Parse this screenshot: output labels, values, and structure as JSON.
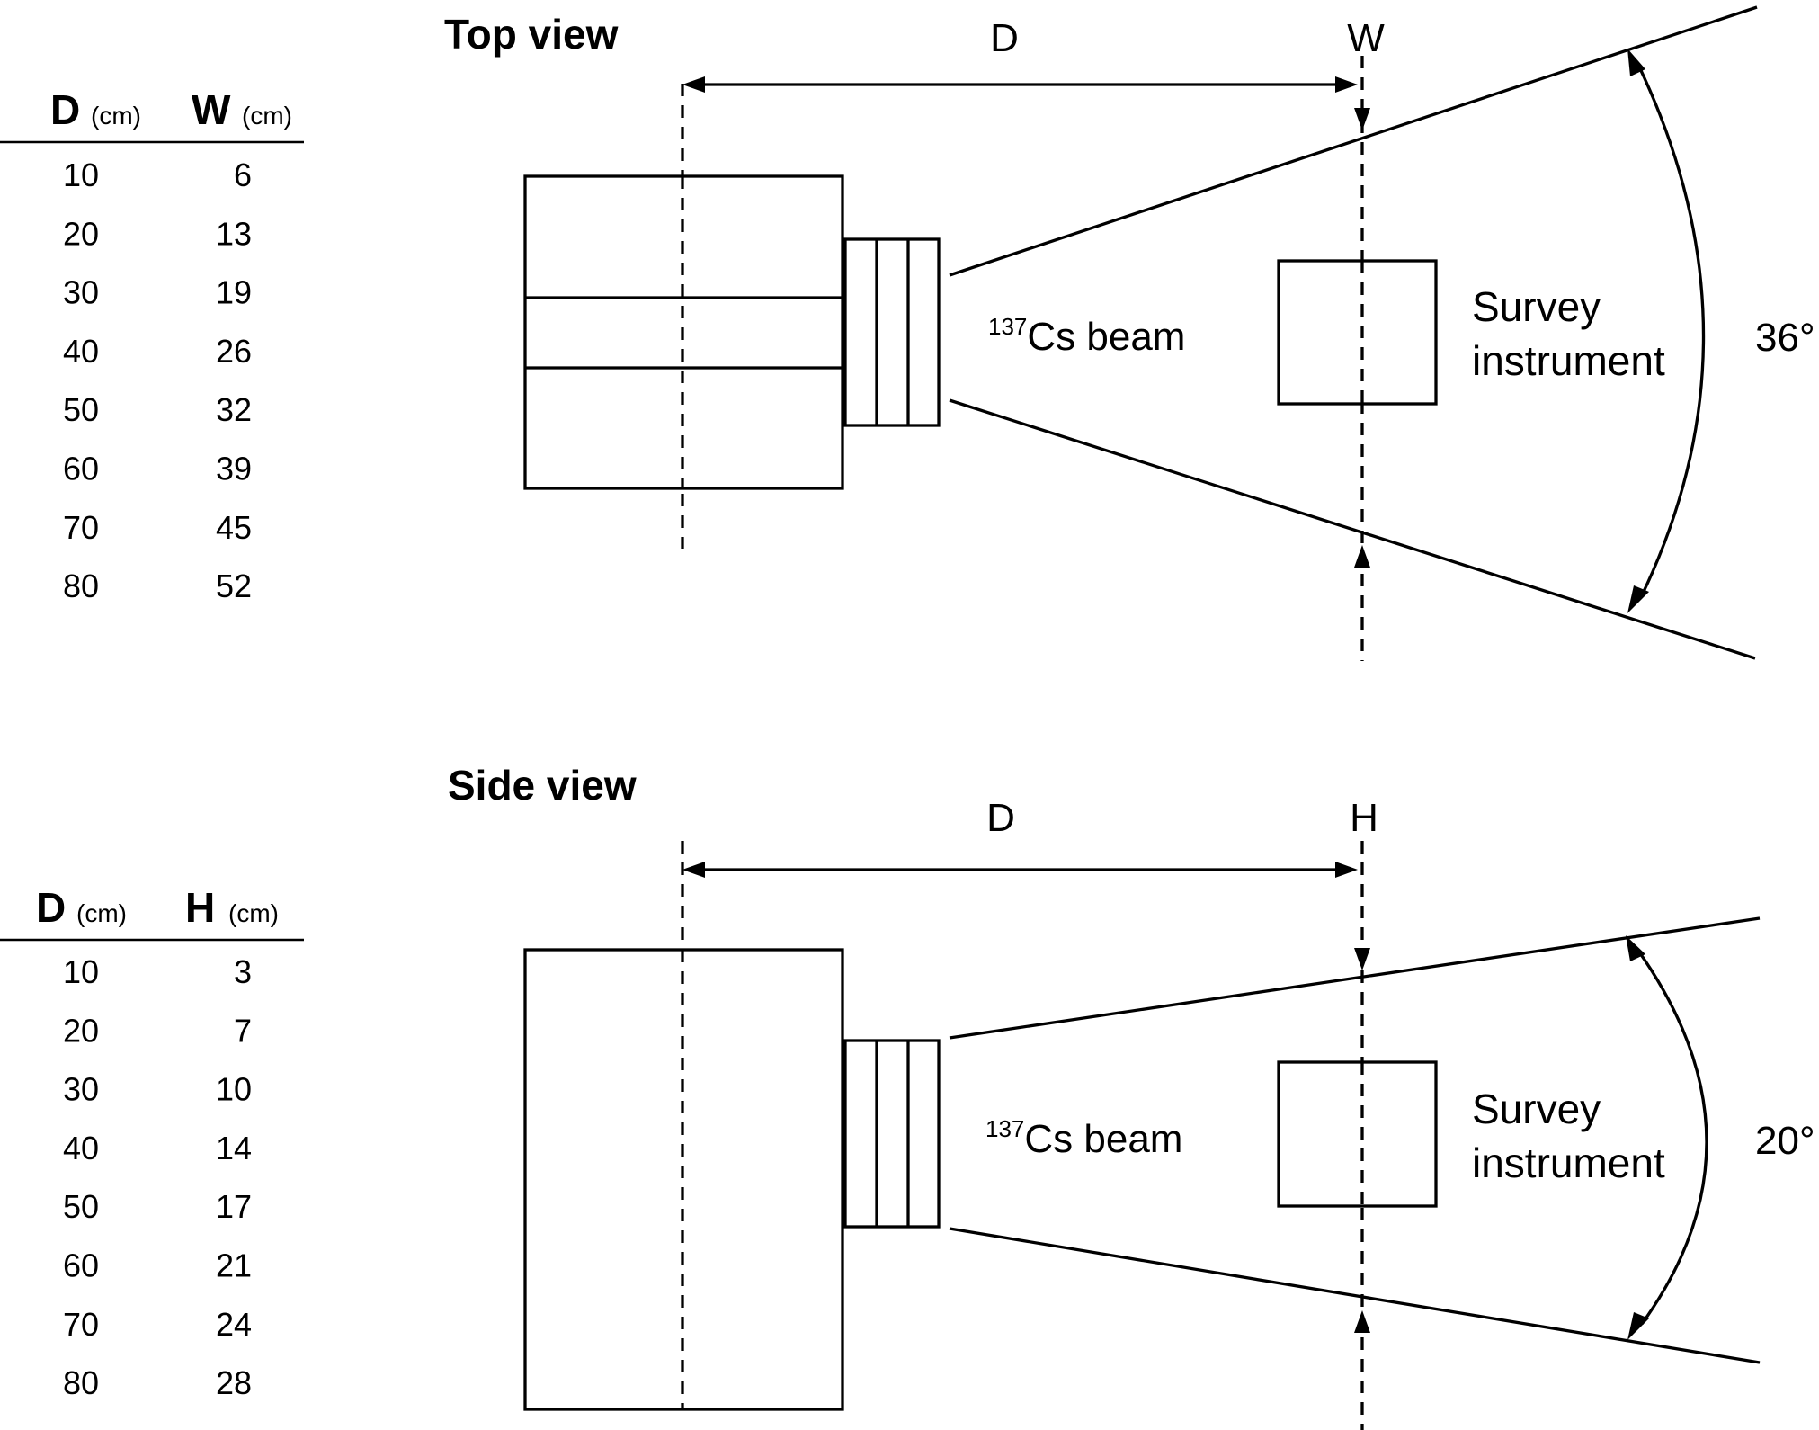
{
  "top_view": {
    "title": "Top view",
    "label_distance": "D",
    "label_size": "W",
    "beam_isotope": "137",
    "beam_text": "Cs beam",
    "instrument_line1": "Survey",
    "instrument_line2": "instrument",
    "angle": "36°",
    "table": {
      "col1_symbol": "D",
      "col1_unit": "(cm)",
      "col2_symbol": "W",
      "col2_unit": "(cm)",
      "rows": [
        {
          "d": "10",
          "v": "6"
        },
        {
          "d": "20",
          "v": "13"
        },
        {
          "d": "30",
          "v": "19"
        },
        {
          "d": "40",
          "v": "26"
        },
        {
          "d": "50",
          "v": "32"
        },
        {
          "d": "60",
          "v": "39"
        },
        {
          "d": "70",
          "v": "45"
        },
        {
          "d": "80",
          "v": "52"
        }
      ]
    }
  },
  "side_view": {
    "title": "Side view",
    "label_distance": "D",
    "label_size": "H",
    "beam_isotope": "137",
    "beam_text": "Cs beam",
    "instrument_line1": "Survey",
    "instrument_line2": "instrument",
    "angle": "20°",
    "table": {
      "col1_symbol": "D",
      "col1_unit": "(cm)",
      "col2_symbol": "H",
      "col2_unit": "(cm)",
      "rows": [
        {
          "d": "10",
          "v": "3"
        },
        {
          "d": "20",
          "v": "7"
        },
        {
          "d": "30",
          "v": "10"
        },
        {
          "d": "40",
          "v": "14"
        },
        {
          "d": "50",
          "v": "17"
        },
        {
          "d": "60",
          "v": "21"
        },
        {
          "d": "70",
          "v": "24"
        },
        {
          "d": "80",
          "v": "28"
        }
      ]
    }
  }
}
